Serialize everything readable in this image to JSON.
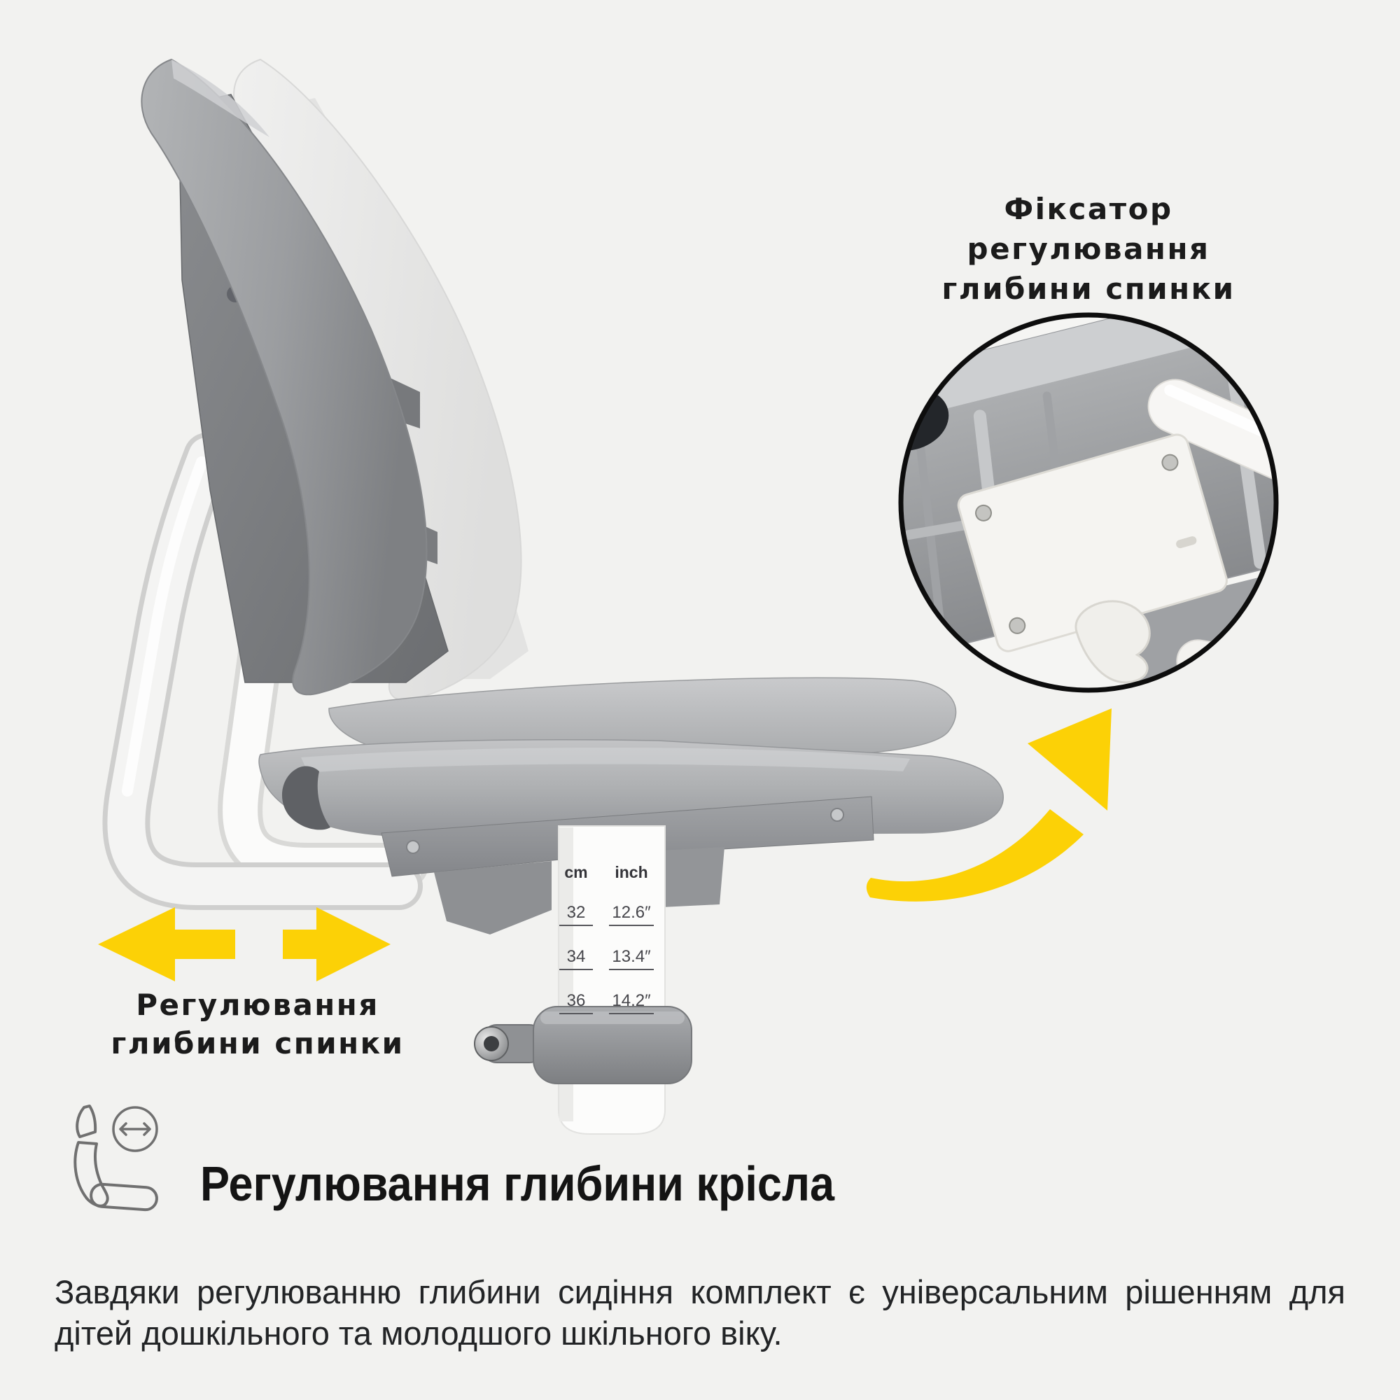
{
  "colors": {
    "background": "#f2f2f0",
    "accent_yellow": "#fcd106",
    "text_dark": "#1b1b1b",
    "chair_gray": "#9fa1a4",
    "chair_ghost_gray": "#e9e9e8",
    "frame_white": "#f6f6f5",
    "inset_ring_black": "#0d0d0d"
  },
  "callouts": {
    "fixator": {
      "lines": [
        "Фіксатор",
        "регулювання",
        "глибини спинки"
      ]
    },
    "backrest_depth": {
      "lines": [
        "Регулювання",
        "глибини спинки"
      ]
    }
  },
  "height_scale": {
    "cm_label": "cm",
    "inch_label": "inch",
    "rows": [
      {
        "cm": "32",
        "inch": "12.6″"
      },
      {
        "cm": "34",
        "inch": "13.4″"
      },
      {
        "cm": "36",
        "inch": "14.2″"
      }
    ]
  },
  "footer": {
    "title": "Регулювання глибини крісла",
    "description_lines": [
      "Завдяки регулюванню глибини сидіння комплект є універсальним рішенням для",
      "дітей дошкільного та молодшого шкільного віку."
    ]
  },
  "icons": {
    "seat_depth_icon": "chair-side-profile-with-depth-arrows"
  }
}
